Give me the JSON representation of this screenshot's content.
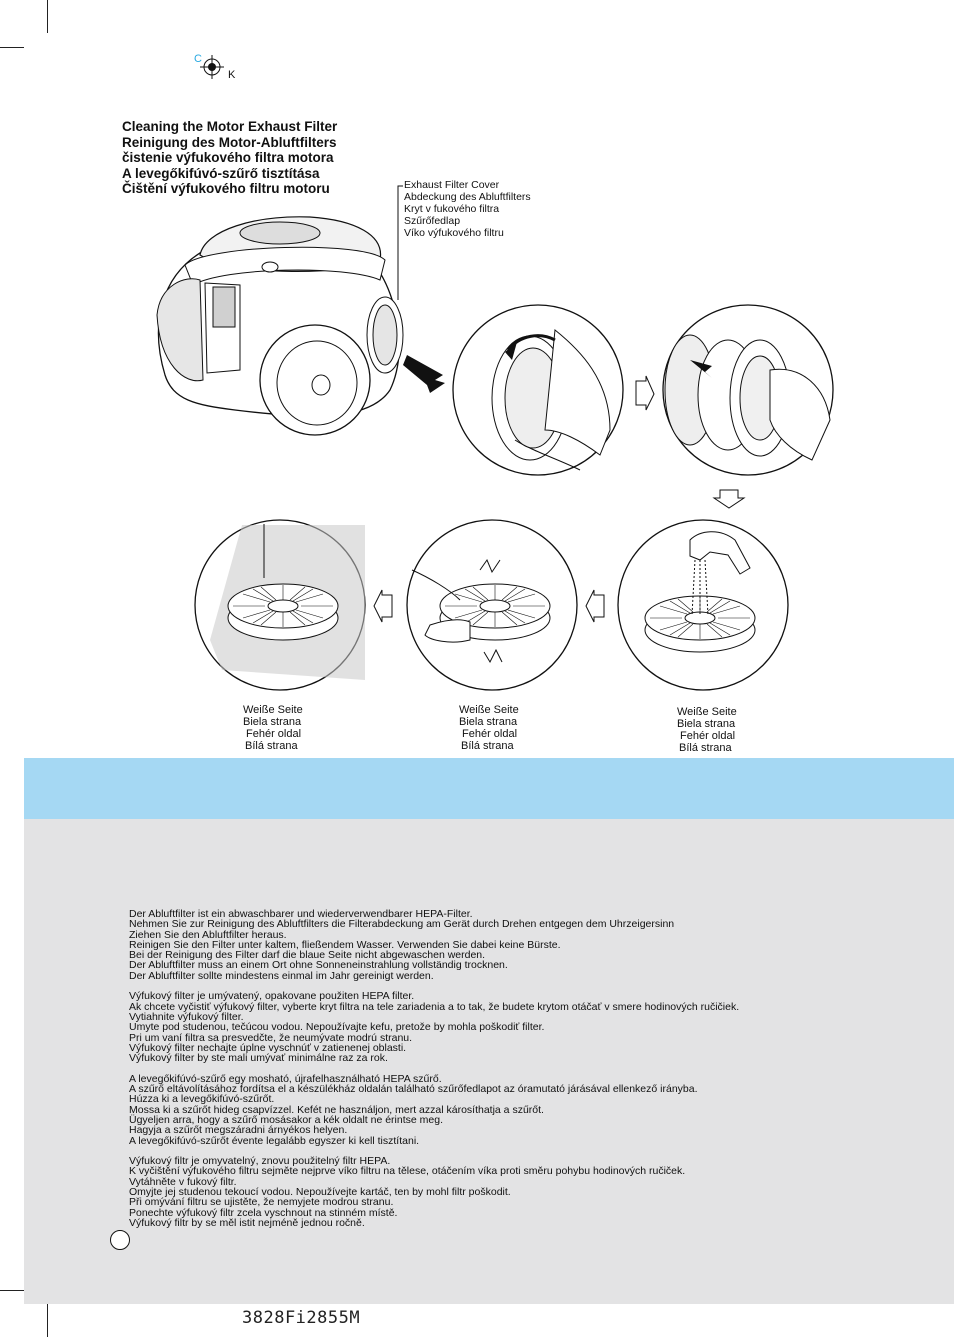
{
  "registration": {
    "c": "C",
    "k": "K"
  },
  "titles": [
    "Cleaning the Motor Exhaust Filter",
    "Reinigung des Motor-Abluftfilters",
    "čistenie výfukového filtra motora",
    "A levegőkifúvó-szűrő tisztítása",
    "Čištění výfukového filtru motoru"
  ],
  "callout": [
    "Exhaust Filter Cover",
    "Abdeckung des Abluftfilters",
    "Kryt v fukového filtra",
    "Szűrőfedlap",
    "Víko výfukového filtru"
  ],
  "captions": [
    [
      "Weiße Seite",
      "Biela strana",
      "Fehér oldal",
      "Bílá strana"
    ],
    [
      "Weiße Seite",
      "Biela strana",
      "Fehér oldal",
      "Bílá strana"
    ],
    [
      "Weiße Seite",
      "Biela strana",
      "Fehér oldal",
      "Bílá strana"
    ]
  ],
  "paragraphs": [
    [
      "Der Abluftfilter ist ein abwaschbarer und wiederverwendbarer HEPA-Filter.",
      "Nehmen Sie zur Reinigung des Abluftfilters die Filterabdeckung am Gerät durch Drehen entgegen dem Uhrzeigersinn",
      "Ziehen Sie den Abluftfilter heraus.",
      "Reinigen Sie den Filter unter kaltem, fließendem Wasser. Verwenden Sie dabei keine Bürste.",
      "Bei der Reinigung des Filter darf die blaue Seite nicht abgewaschen werden.",
      "Der Abluftfilter muss an einem Ort ohne Sonneneinstrahlung vollständig trocknen.",
      "Der Abluftfilter sollte mindestens einmal im Jahr gereinigt werden."
    ],
    [
      "Výfukový filter je umývatený, opakovane použiten  HEPA filter.",
      "Ak chcete vyčistiť výfukový filter, vyberte kryt filtra na tele zariadenia a to tak, že budete krytom otáčať v smere hodinových ručičiek.",
      "Vytiahnite výfukový filter.",
      "Umyte pod studenou, tečúcou vodou. Nepoužívajte kefu, pretože by mohla poškodiť filter.",
      "Pri um vaní filtra sa presvedčte, že neumývate modrú stranu.",
      "Výfukový filter nechajte úplne vyschnúť v zatienenej oblasti.",
      "Výfukový filter by ste mali umývať minimálne raz za rok."
    ],
    [
      "A levegőkifúvó-szűrő egy mosható, újrafelhasználható HEPA szűrő.",
      "A szűrő eltávolításához fordítsa el a készülékház oldalán található szűrőfedlapot az óramutató járásával ellenkező irányba.",
      "Húzza ki a levegőkifúvó-szűrőt.",
      "Mossa ki a szűrőt hideg csapvízzel. Kefét ne használjon, mert azzal károsíthatja a szűrőt.",
      "Ügyeljen arra, hogy a szűrő mosásakor a kék oldalt ne érintse meg.",
      "Hagyja a szűrőt megszáradni árnyékos helyen.",
      "A levegőkifúvó-szűrőt évente legalább egyszer ki kell tisztítani."
    ],
    [
      "Výfukový filtr je omyvatelný, znovu použitelný filtr HEPA.",
      "K vyčištění výfukového filtru sejměte nejprve víko filtru na tělese, otáčením víka proti směru pohybu hodinových ručiček.",
      "Vytáhněte v fukový filtr.",
      "Omyjte jej studenou tekoucí vodou. Nepoužívejte kartáč, ten by mohl filtr poškodit.",
      "Při omývání filtru se ujistěte, že nemyjete modrou stranu.",
      "Ponechte výfukový filtr zcela vyschnout na stinném místě.",
      "Výfukový filtr by se měl istit nejméně jednou ročně."
    ]
  ],
  "footer_code": "3828Fi2855M",
  "colors": {
    "blue_band": "#a5d8f3",
    "gray_band": "#e3e3e4",
    "reg_cyan": "#29a9e1"
  }
}
